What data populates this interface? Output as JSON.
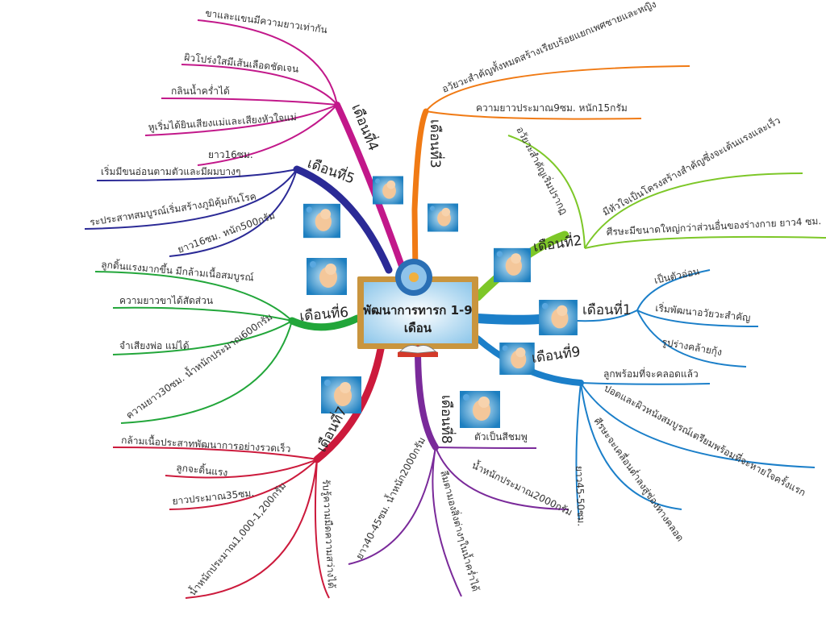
{
  "center": {
    "title_line1": "พัฒนาการทารก 1-9",
    "title_line2": "เดือน"
  },
  "colors": {
    "m1": "#1b7fc9",
    "m2": "#7dc728",
    "m3": "#f07a14",
    "m4": "#c2188a",
    "m5": "#2b2a96",
    "m6": "#22a63a",
    "m7": "#cc1a3c",
    "m8": "#7a2a9a",
    "m9": "#1b7fc9"
  },
  "months": {
    "m1": {
      "label": "เดือนที่1",
      "items": [
        "เป็นตัวอ่อน",
        "เริ่มพัฒนาอวัยวะสำคัญ",
        "รูปร่างคล้ายกุ้ง"
      ]
    },
    "m2": {
      "label": "เดือนที่2",
      "items": [
        "อวัยวะสำคัญเริ่มปรากฏ",
        "มีหัวใจเป็นโครงสร้างสำคัญซึ่งจะเต้นแรงและเร็ว",
        "ศีรษะมีขนาดใหญ่กว่าส่วนอื่นของร่างกาย ยาว4 ซม."
      ]
    },
    "m3": {
      "label": "เดือนที่3",
      "items": [
        "อวัยวะสำคัญทั้งหมดสร้างเรียบร้อยแยกเพศชายและหญิง",
        "ความยาวประมาณ9ซม. หนัก15กรัม"
      ]
    },
    "m4": {
      "label": "เดือนที่4",
      "items": [
        "ขาและแขนมีความยาวเท่ากัน",
        "ผิวโปร่งใสมีเส้นเลือดชัดเจน",
        "กลินน้ำคร่ำได้",
        "หูเริ่มได้ยินเสียงแม่และเสียงหัวใจแม่",
        "ยาว16ซม."
      ]
    },
    "m5": {
      "label": "เดือนที่5",
      "items": [
        "เริ่มมีขนอ่อนตามตัวและมีผมบางๆ",
        "ระประสาทสมบูรณ์เริ่มสร้างภูมิคุ้มกันโรค",
        "ยาว16ซม. หนัก500กรัม"
      ]
    },
    "m6": {
      "label": "เดือนที่6",
      "items": [
        "ลูกดิ้นแรงมากขึ้น มีกล้ามเนื้อสมบูรณ์",
        "ความยาวขาได้สัดส่วน",
        "จำเสียงพ่อ แม่ได้",
        "ความยาว30ซม. น้ำหนักประมาณ600กรัม"
      ]
    },
    "m7": {
      "label": "เดือนที่7",
      "items": [
        "กล้ามเนื้อประสาทพัฒนาการอย่างรวดเร็ว",
        "ลูกจะดิ้นแรง",
        "ยาวประมาณ35ซม.",
        "น้ำหนักประมาณ1,000-1,200กรัม",
        "รับรู้ความมืดความสว่างได้"
      ]
    },
    "m8": {
      "label": "เดือนที่8",
      "items": [
        "ตัวเป็นสีชมพู",
        "น้ำหนักประมาณ2000กรัม",
        "ลืมตามองสิ่งต่างๆในน้ำคร่ำได้",
        "ยาว40-45ซม. น้ำหนัก2000กรัม"
      ]
    },
    "m9": {
      "label": "เดือนที่9",
      "items": [
        "ลูกพร้อมที่จะคลอดแล้ว",
        "ปอดและผิวหนังสมบูรณ์เตรียมพร้อมที่จะหายใจครั้งแรก",
        "ศีรษะจะเคลื่อนต่ำลงสู่ช่องทางคลอด",
        "ยาว45-50ซม."
      ]
    }
  },
  "thumbs": {
    "m1": "1",
    "m2": "2",
    "m3": "3",
    "m4": "4",
    "m5": "5",
    "m6": "6",
    "m7": "7",
    "m8": "8",
    "m9": "9"
  }
}
